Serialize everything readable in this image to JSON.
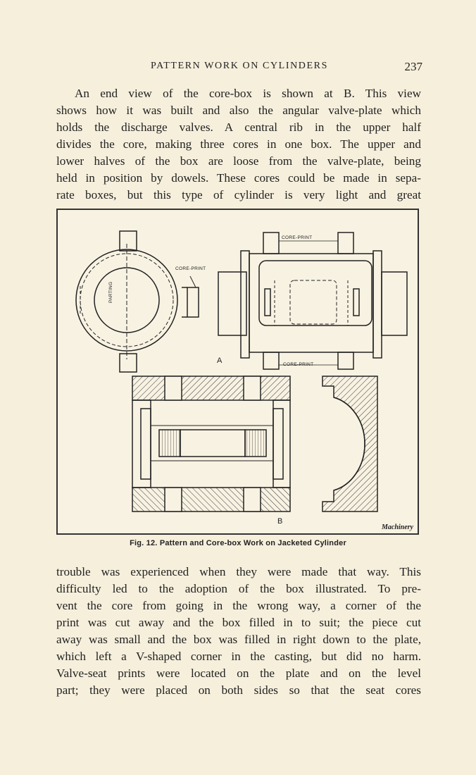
{
  "header": {
    "running_head": "PATTERN WORK ON CYLINDERS",
    "page_number": "237"
  },
  "body_top": [
    "An end view of the core-box is shown at B. This view",
    "shows how it was built and also the angular valve-plate which",
    "holds the discharge valves. A central rib in the upper half",
    "divides the core, making three cores in one box. The upper and",
    "lower halves of the box are loose from the valve-plate, being",
    "held in position by dowels. These cores could be made in sepa-",
    "rate boxes, but this type of cylinder is very light and great"
  ],
  "figure": {
    "label_a": "A",
    "label_b": "B",
    "core_print_top": "CORE-PRINT",
    "core_print_bottom": "CORE-PRINT",
    "core_print_side": "CORE-PRINT",
    "parting": "PARTING",
    "watermark": "Machinery",
    "caption": "Fig. 12.   Pattern and Core-box Work on Jacketed Cylinder"
  },
  "body_bottom": [
    "trouble was experienced when they were made that way. This",
    "difficulty led to the adoption of the box illustrated. To pre-",
    "vent the core from going in the wrong way, a corner of the",
    "print was cut away and the box filled in to suit; the piece cut",
    "away was small and the box was filled in right down to the plate,",
    "which left a V-shaped corner in the casting, but did no harm.",
    "Valve-seat prints were located on the plate and on the level",
    "part; they were placed on both sides so that the seat cores"
  ]
}
